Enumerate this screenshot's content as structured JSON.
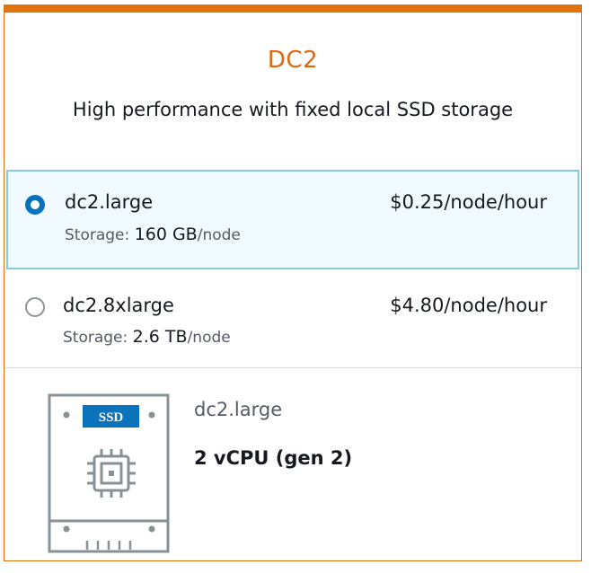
{
  "card": {
    "title": "DC2",
    "subtitle": "High performance with fixed local SSD storage",
    "accent_color": "#e0740f"
  },
  "options": [
    {
      "name": "dc2.large",
      "price": "$0.25/node/hour",
      "storage_label": "Storage:",
      "storage_value": "160 GB",
      "storage_unit": "/node",
      "selected": true
    },
    {
      "name": "dc2.8xlarge",
      "price": "$4.80/node/hour",
      "storage_label": "Storage:",
      "storage_value": "2.6 TB",
      "storage_unit": "/node",
      "selected": false
    }
  ],
  "detail": {
    "icon": "ssd-chip-icon",
    "badge": "SSD",
    "name": "dc2.large",
    "spec": "2 vCPU (gen 2)"
  }
}
